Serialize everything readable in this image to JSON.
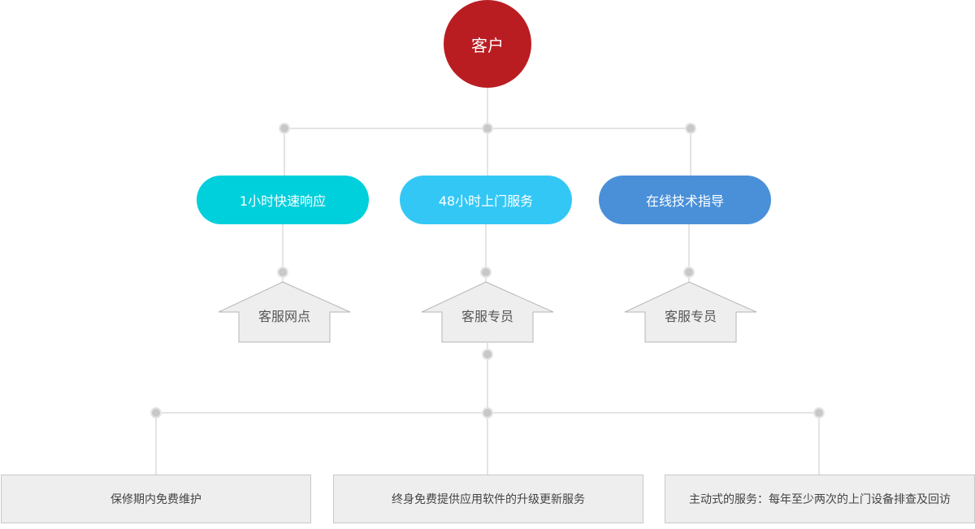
{
  "customer": {
    "label": "客户"
  },
  "services": [
    {
      "label": "1小时快速响应",
      "color": "#00cfdc"
    },
    {
      "label": "48小时上门服务",
      "color": "#33c7f5"
    },
    {
      "label": "在线技术指导",
      "color": "#4a90d9"
    }
  ],
  "service_points": [
    {
      "label": "客服网点"
    },
    {
      "label": "客服专员"
    },
    {
      "label": "客服专员"
    }
  ],
  "benefits": [
    {
      "label": "保修期内免费维护"
    },
    {
      "label": "终身免费提供应用软件的升级更新服务"
    },
    {
      "label": "主动式的服务：每年至少两次的上门设备排查及回访"
    }
  ],
  "colors": {
    "customer": "#b91d22",
    "connector": "#c8c8c8",
    "dot": "#c8c8c8",
    "house_fill": "#eeeeee",
    "box_fill": "#eeeeee"
  }
}
